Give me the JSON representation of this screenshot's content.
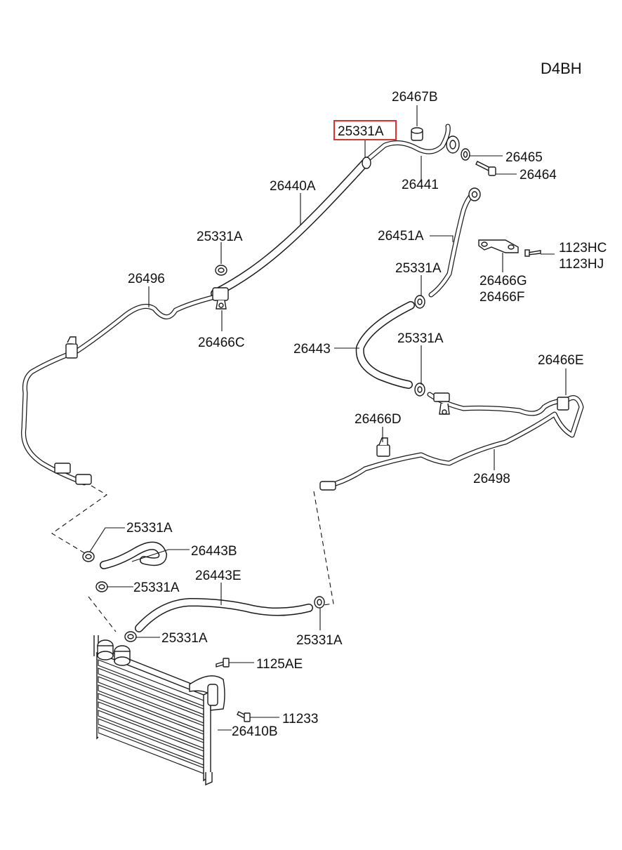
{
  "diagram": {
    "engine_code": "D4BH",
    "highlight_color": "#e03131",
    "labels": {
      "l_26467B": "26467B",
      "l_25331A_top": "25331A",
      "l_26465": "26465",
      "l_26464": "26464",
      "l_26441": "26441",
      "l_26440A": "26440A",
      "l_26451A": "26451A",
      "l_1123HC": "1123HC",
      "l_1123HJ": "1123HJ",
      "l_25331A_a": "25331A",
      "l_26466G": "26466G",
      "l_26466F": "26466F",
      "l_26496": "26496",
      "l_25331A_b": "25331A",
      "l_26466C": "26466C",
      "l_26443": "26443",
      "l_25331A_c": "25331A",
      "l_26466E": "26466E",
      "l_26466D": "26466D",
      "l_26498": "26498",
      "l_25331A_d": "25331A",
      "l_26443B": "26443B",
      "l_26443E": "26443E",
      "l_25331A_e": "25331A",
      "l_25331A_f": "25331A",
      "l_25331A_g": "25331A",
      "l_1125AE": "1125AE",
      "l_11233": "11233",
      "l_26410B": "26410B"
    }
  }
}
